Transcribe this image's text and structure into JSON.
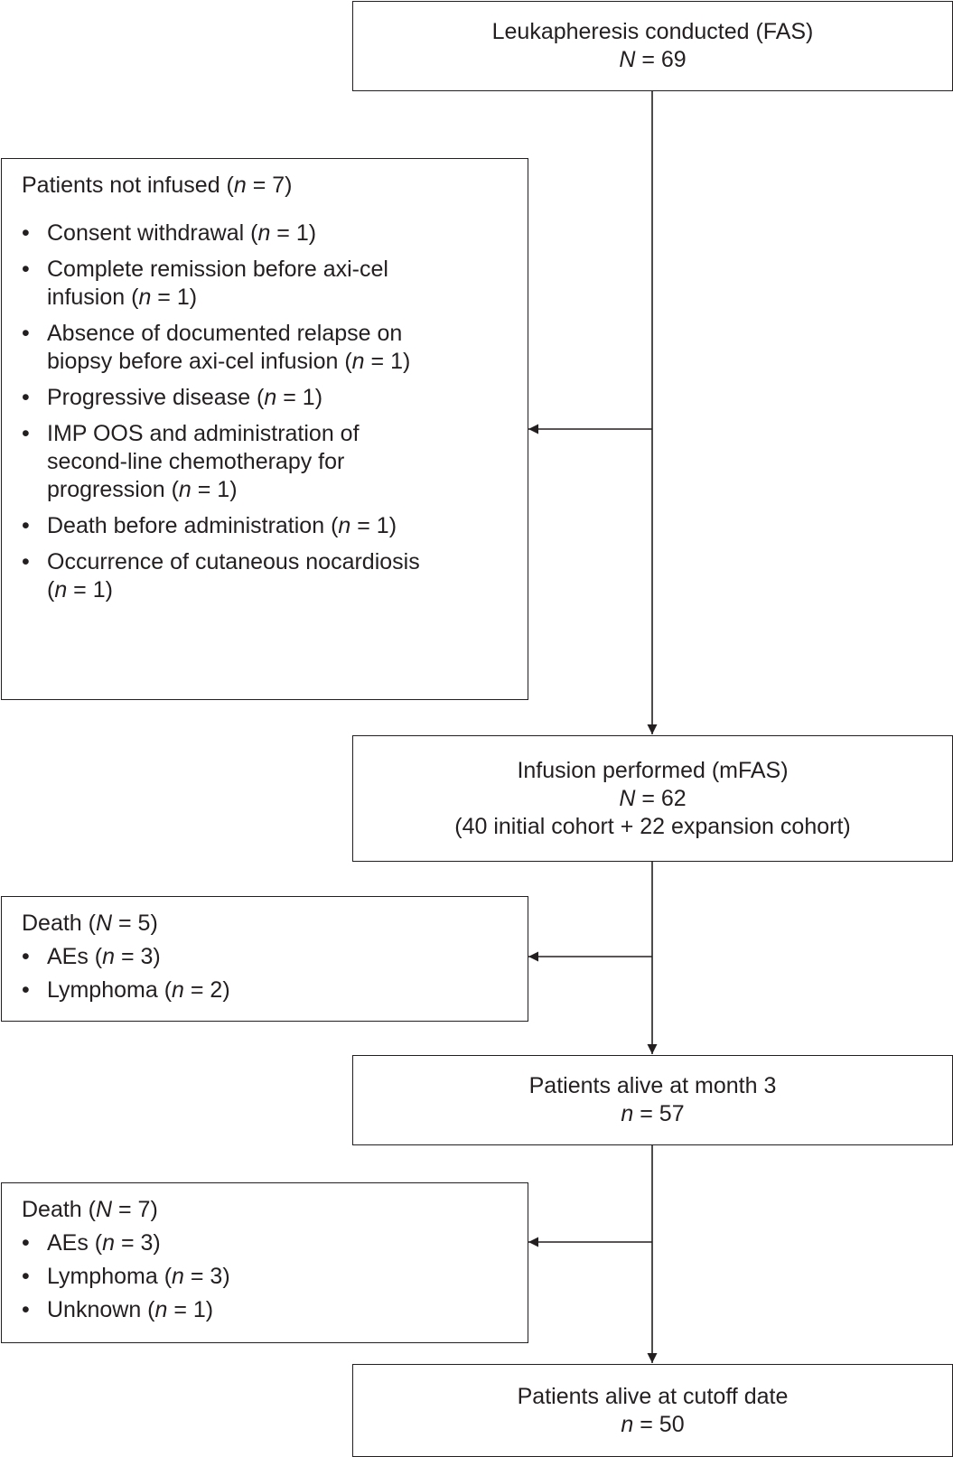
{
  "boxes": {
    "leukapheresis": {
      "title": "Leukapheresis conducted (FAS)",
      "n_symbol": "N",
      "n_value": " = 69"
    },
    "not_infused": {
      "heading_text": "Patients not infused (",
      "heading_n": "n",
      "heading_value": " = 7)",
      "items": [
        {
          "text": "Consent withdrawal (",
          "n": "n",
          "value": " = 1)"
        },
        {
          "text": "Complete remission before axi-cel\ninfusion (",
          "n": "n",
          "value": " = 1)"
        },
        {
          "text": "Absence of documented relapse on\nbiopsy before axi-cel infusion (",
          "n": "n",
          "value": " = 1)"
        },
        {
          "text": "Progressive disease (",
          "n": "n",
          "value": " = 1)"
        },
        {
          "text": "IMP OOS and administration of\nsecond-line chemotherapy for\nprogression (",
          "n": "n",
          "value": " = 1)"
        },
        {
          "text": "Death before administration (",
          "n": "n",
          "value": " = 1)"
        },
        {
          "text": "Occurrence of cutaneous nocardiosis\n(",
          "n": "n",
          "value": " = 1)"
        }
      ]
    },
    "infusion": {
      "title": "Infusion performed (mFAS)",
      "n_symbol": "N",
      "n_value": " = 62",
      "subtitle": "(40 initial cohort + 22 expansion cohort)"
    },
    "death1": {
      "heading_text": "Death (",
      "heading_n": "N",
      "heading_value": " = 5)",
      "items": [
        {
          "text": "AEs (",
          "n": "n",
          "value": " = 3)"
        },
        {
          "text": "Lymphoma (",
          "n": "n",
          "value": " = 2)"
        }
      ]
    },
    "alive_month3": {
      "title": "Patients alive at month 3",
      "n_symbol": "n",
      "n_value": " = 57"
    },
    "death2": {
      "heading_text": "Death (",
      "heading_n": "N",
      "heading_value": " = 7)",
      "items": [
        {
          "text": "AEs (",
          "n": "n",
          "value": " = 3)"
        },
        {
          "text": "Lymphoma (",
          "n": "n",
          "value": " = 3)"
        },
        {
          "text": "Unknown (",
          "n": "n",
          "value": " = 1)"
        }
      ]
    },
    "alive_cutoff": {
      "title": "Patients alive at cutoff date",
      "n_symbol": "n",
      "n_value": " = 50"
    }
  },
  "colors": {
    "line": "#231f20",
    "text": "#231f20",
    "background": "#ffffff"
  }
}
